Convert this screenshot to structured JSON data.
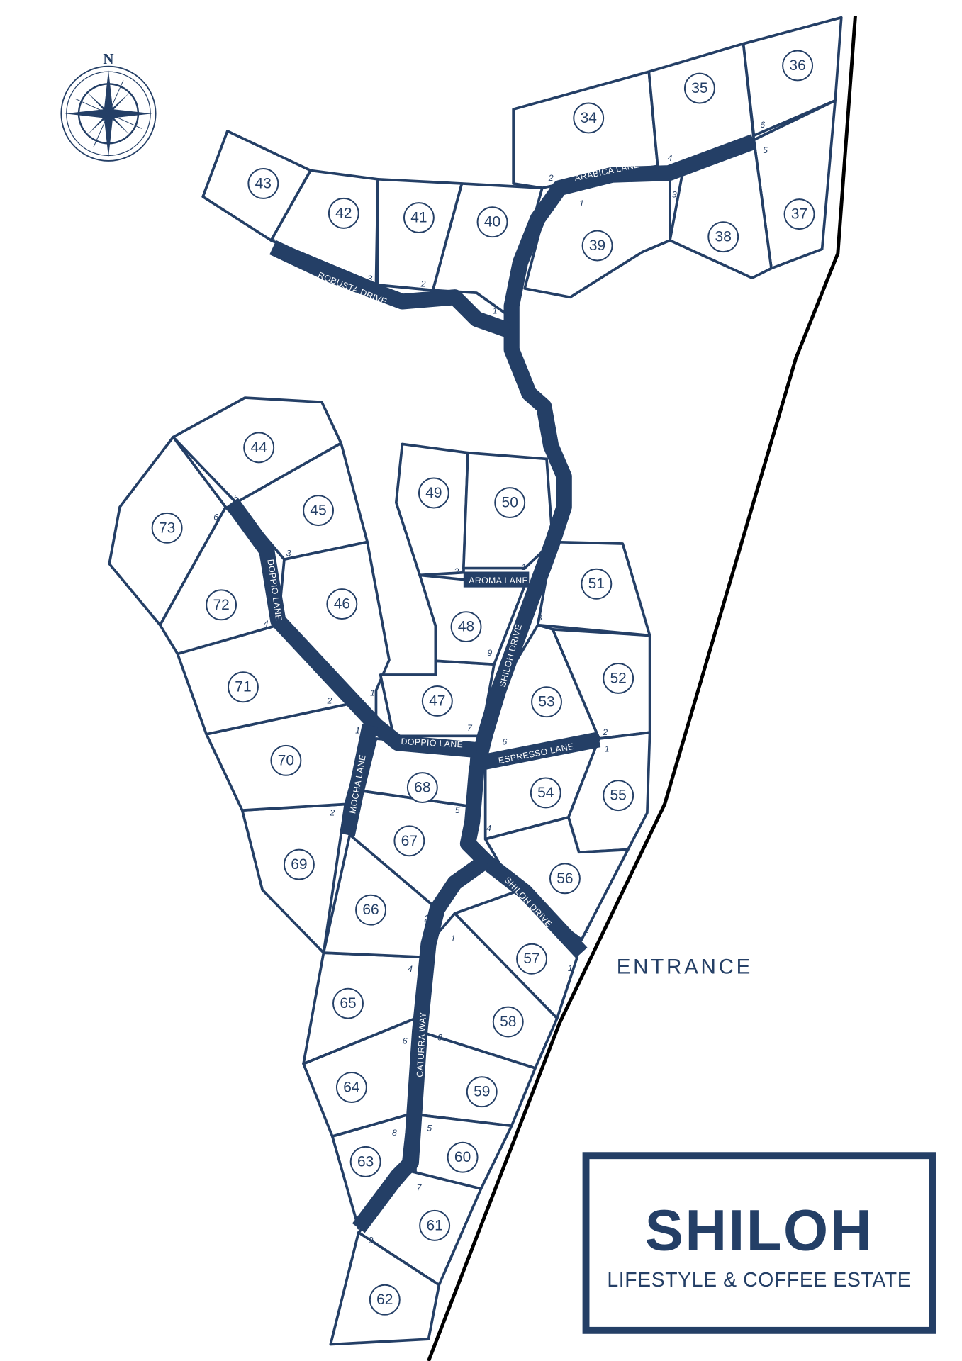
{
  "map": {
    "title": "Shiloh Lifestyle & Coffee Estate site plan",
    "colors": {
      "primary": "#243f66",
      "boundary": "#000000",
      "background": "#ffffff"
    },
    "compass": {
      "label": "N",
      "icon": "compass-rose-icon"
    },
    "entrance_label": "ENTRANCE",
    "lots": [
      "34",
      "35",
      "36",
      "37",
      "38",
      "39",
      "40",
      "41",
      "42",
      "43",
      "44",
      "45",
      "46",
      "47",
      "48",
      "49",
      "50",
      "51",
      "52",
      "53",
      "54",
      "55",
      "56",
      "57",
      "58",
      "59",
      "60",
      "61",
      "62",
      "63",
      "64",
      "65",
      "66",
      "67",
      "68",
      "69",
      "70",
      "71",
      "72",
      "73"
    ],
    "streets": [
      "ARABICA LANE",
      "ROBUSTA DRIVE",
      "DOPPIO LANE",
      "AROMA LANE",
      "SHILOH DRIVE",
      "DOPPIO LANE",
      "ESPRESSO LANE",
      "MOCHA LANE",
      "SHILOH DRIVE",
      "CATURRA WAY"
    ],
    "junction_numbers": [
      "2",
      "1",
      "4",
      "3",
      "6",
      "5",
      "4",
      "3",
      "2",
      "1",
      "5",
      "6",
      "3",
      "4",
      "1",
      "2",
      "2",
      "1",
      "8",
      "9",
      "7",
      "6",
      "5",
      "4",
      "3",
      "2",
      "1",
      "2",
      "1",
      "1",
      "2",
      "2",
      "1",
      "4",
      "6",
      "3",
      "8",
      "5",
      "7",
      "9"
    ]
  },
  "logo": {
    "name": "SHILOH",
    "tagline": "LIFESTYLE & COFFEE ESTATE"
  }
}
